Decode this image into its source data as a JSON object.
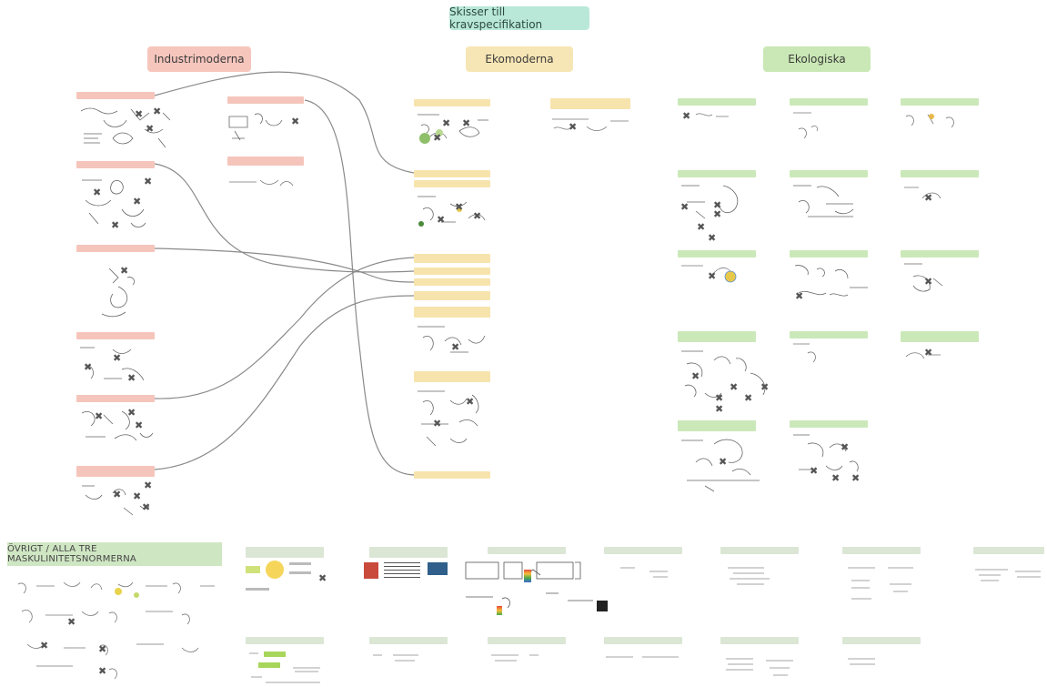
{
  "board": {
    "title": "Skisser till kravspecifikation",
    "categories": {
      "industrimoderna": "Industrimoderna",
      "ekomoderna": "Ekomoderna",
      "ekologiska": "Ekologiska"
    },
    "other_section": "ÖVRIGT / ALLA TRE MASKULINITETSNORMERNA"
  },
  "colors": {
    "title_bg": "#b9e8d9",
    "industrimoderna": "#f6c6bd",
    "ekomoderna": "#f7e6b5",
    "ekologiska": "#c9e8b5",
    "other": "#cfe6c3",
    "connector": "#8a8a8a"
  },
  "icons": {
    "rejected_mark": "x-mark-icon",
    "sketch": "sketch-drawing-icon"
  }
}
